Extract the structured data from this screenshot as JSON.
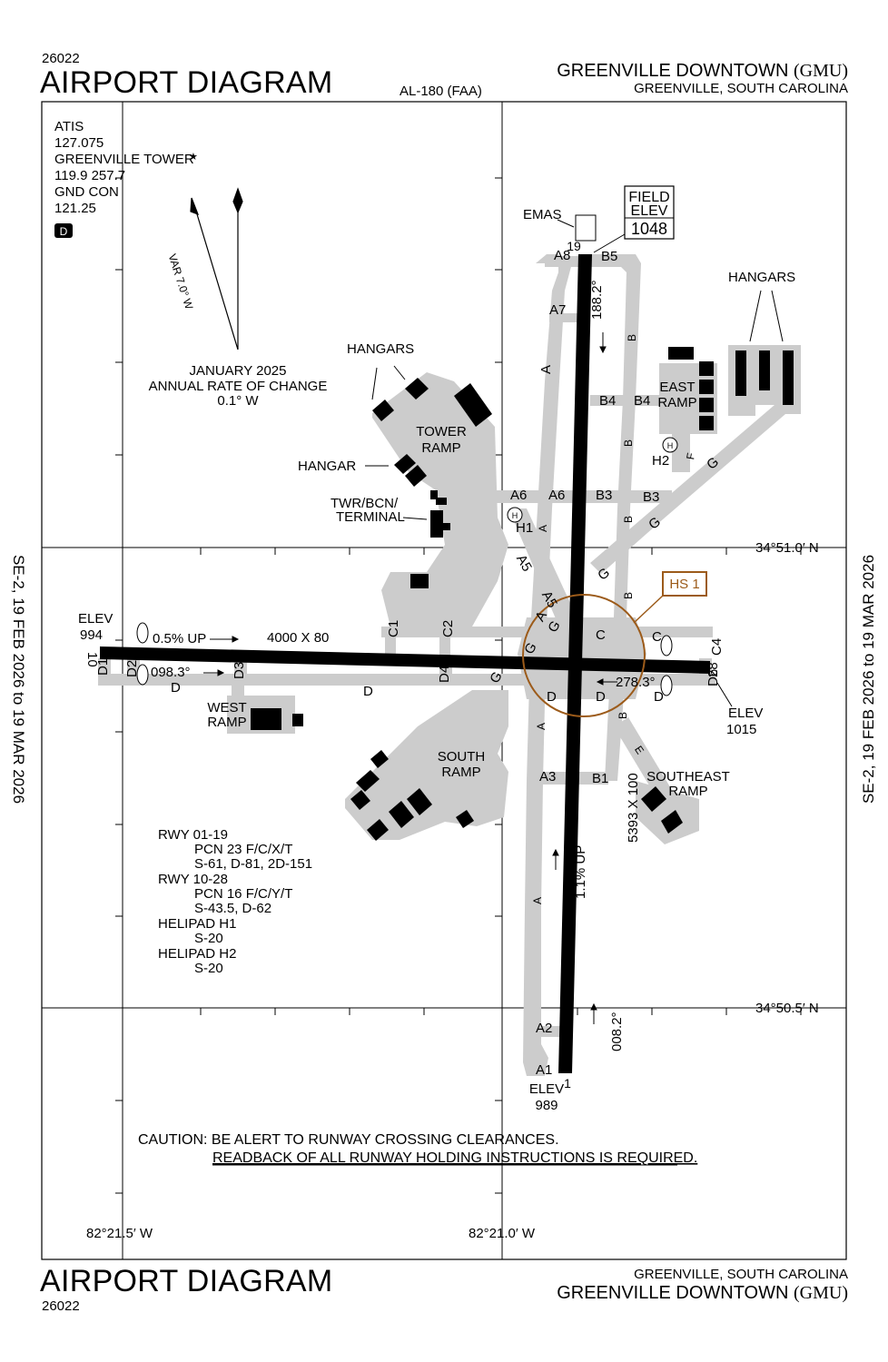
{
  "header": {
    "procedure_number": "26022",
    "title": "AIRPORT DIAGRAM",
    "al_number": "AL-180 (FAA)",
    "airport_name": "GREENVILLE DOWNTOWN",
    "airport_id": "(GMU)",
    "city_state": "GREENVILLE, SOUTH CAROLINA"
  },
  "footer": {
    "procedure_number": "26022",
    "title": "AIRPORT DIAGRAM",
    "airport_name": "GREENVILLE DOWNTOWN",
    "airport_id": "(GMU)",
    "city_state": "GREENVILLE, SOUTH CAROLINA"
  },
  "effective_dates": "SE-2,  19 FEB 2026  to  19 MAR 2026",
  "frequencies": {
    "atis_label": "ATIS",
    "atis_freq": "127.075",
    "tower_label": "GREENVILLE TOWER",
    "tower_star": "★",
    "tower_freqs": "119.9  257.7",
    "gnd_label": "GND CON",
    "gnd_freq": "121.25",
    "d_badge": "D"
  },
  "magnetic_variation": {
    "var_label": "VAR 7.0° W",
    "date": "JANUARY 2025",
    "rate_label": "ANNUAL RATE OF CHANGE",
    "rate_value": "0.1° W"
  },
  "field_elevation": {
    "label1": "FIELD",
    "label2": "ELEV",
    "value": "1048"
  },
  "runways": {
    "rwy_01": {
      "number": "1",
      "elev_label": "ELEV",
      "elev": "989",
      "heading": "008.2°",
      "slope": "1.1% UP"
    },
    "rwy_19": {
      "number": "19",
      "heading": "188.2°"
    },
    "rwy_10": {
      "number": "10",
      "elev_label": "ELEV",
      "elev": "994",
      "heading": "098.3°",
      "slope": "0.5% UP"
    },
    "rwy_28": {
      "number": "28",
      "elev_label": "ELEV",
      "elev": "1015",
      "heading": "278.3°"
    },
    "dims_01_19": "5393 X 100",
    "dims_10_28": "4000 X 80"
  },
  "labels": {
    "emas": "EMAS",
    "hangars": "HANGARS",
    "hangar": "HANGAR",
    "tower_ramp_1": "TOWER",
    "tower_ramp_2": "RAMP",
    "twr_1": "TWR/BCN/",
    "twr_2": "TERMINAL",
    "east_ramp_1": "EAST",
    "east_ramp_2": "RAMP",
    "west_ramp_1": "WEST",
    "west_ramp_2": "RAMP",
    "south_ramp_1": "SOUTH",
    "south_ramp_2": "RAMP",
    "southeast_ramp_1": "SOUTHEAST",
    "southeast_ramp_2": "RAMP",
    "h1": "H1",
    "h2": "H2",
    "helipad_symbol": "H",
    "hotspot": "HS 1"
  },
  "taxiways": {
    "A": "A",
    "A1": "A1",
    "A2": "A2",
    "A3": "A3",
    "A5": "A5",
    "A6": "A6",
    "A7": "A7",
    "A8": "A8",
    "B": "B",
    "B1": "B1",
    "B3": "B3",
    "B4": "B4",
    "B5": "B5",
    "C": "C",
    "C1": "C1",
    "C2": "C2",
    "C4": "C4",
    "D": "D",
    "D1": "D1",
    "D2": "D2",
    "D3": "D3",
    "D4": "D4",
    "D6": "D6",
    "E": "E",
    "F": "F",
    "G": "G"
  },
  "coordinates": {
    "lat_north": "34°51.0′ N",
    "lat_south": "34°50.5′ N",
    "lon_west": "82°21.5′ W",
    "lon_east": "82°21.0′ W"
  },
  "pcn_notes": [
    "RWY 01-19",
    "PCN 23 F/C/X/T",
    "S-61, D-81, 2D-151",
    "RWY 10-28",
    "PCN 16 F/C/Y/T",
    "S-43.5, D-62",
    "HELIPAD H1",
    "S-20",
    "HELIPAD H2",
    "S-20"
  ],
  "caution": {
    "line1": "CAUTION: BE ALERT TO RUNWAY CROSSING CLEARANCES.",
    "line2": "READBACK OF ALL RUNWAY HOLDING INSTRUCTIONS IS REQUIRED."
  },
  "colors": {
    "taxiway_gray": "#cccccc",
    "hotspot_brown": "#9c5b1a",
    "runway_black": "#000000"
  }
}
